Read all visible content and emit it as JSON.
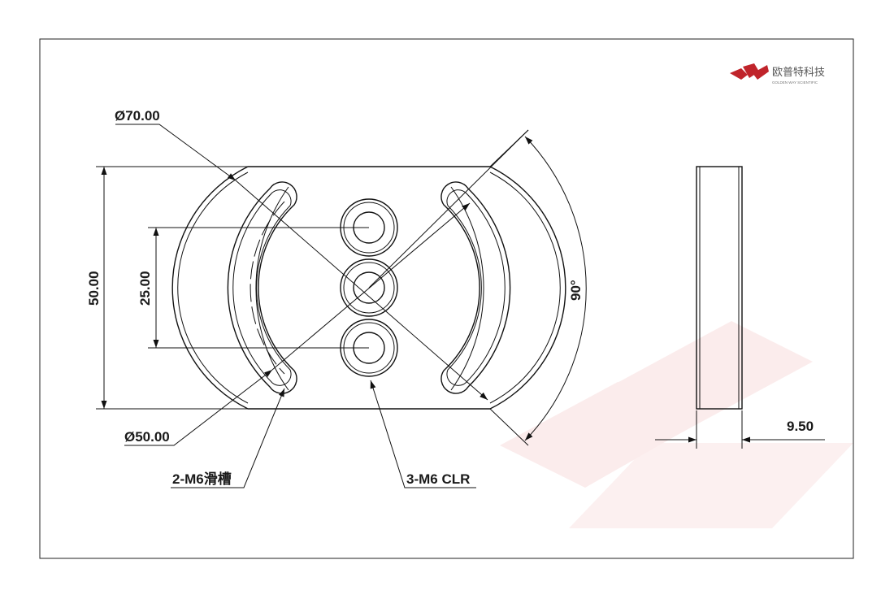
{
  "logo": {
    "brand_cn": "欧普特科技",
    "brand_en": "GOLDEN WAY SCIENTIFIC",
    "colors": {
      "mark": "#c0242b",
      "watermark": "#fbecec"
    }
  },
  "dimensions": {
    "outer_diameter": "Ø70.00",
    "inner_diameter": "Ø50.00",
    "height": "50.00",
    "hole_spacing": "25.00",
    "angle": "90°",
    "thickness": "9.50"
  },
  "callouts": {
    "slots": "2-M6滑槽",
    "holes": "3-M6 CLR"
  }
}
